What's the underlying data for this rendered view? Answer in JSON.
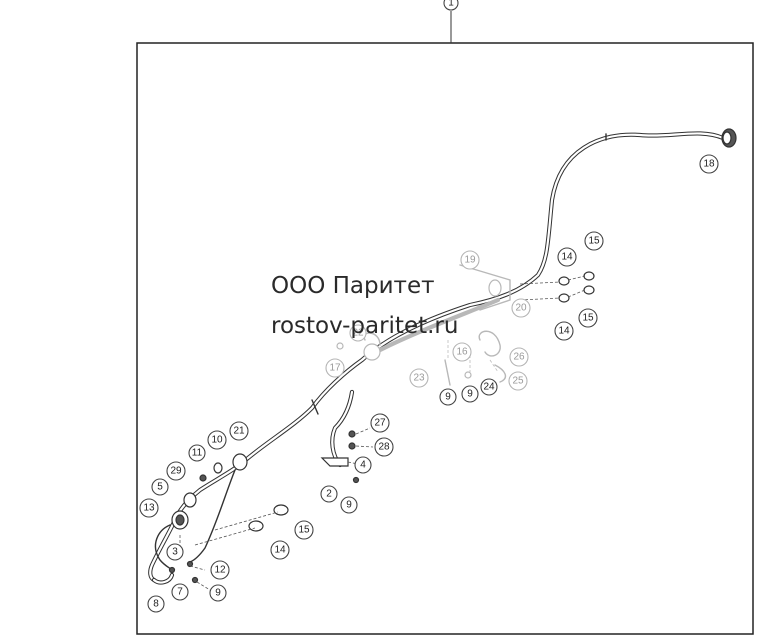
{
  "assembly_label": "1",
  "watermark": {
    "line1": "ООО Паритет",
    "line2": "rostov-paritet.ru"
  },
  "callouts": [
    {
      "id": "c18",
      "label": "18"
    },
    {
      "id": "c14a",
      "label": "14"
    },
    {
      "id": "c15a",
      "label": "15"
    },
    {
      "id": "c19",
      "label": "19"
    },
    {
      "id": "c20",
      "label": "20"
    },
    {
      "id": "c14b",
      "label": "14"
    },
    {
      "id": "c15b",
      "label": "15"
    },
    {
      "id": "c22",
      "label": "22"
    },
    {
      "id": "c17",
      "label": "17"
    },
    {
      "id": "c16",
      "label": "16"
    },
    {
      "id": "c26",
      "label": "26"
    },
    {
      "id": "c23",
      "label": "23"
    },
    {
      "id": "c9a",
      "label": "9"
    },
    {
      "id": "c9b",
      "label": "9"
    },
    {
      "id": "c24",
      "label": "24"
    },
    {
      "id": "c25",
      "label": "25"
    },
    {
      "id": "c27",
      "label": "27"
    },
    {
      "id": "c28",
      "label": "28"
    },
    {
      "id": "c4",
      "label": "4"
    },
    {
      "id": "c2",
      "label": "2"
    },
    {
      "id": "c9c",
      "label": "9"
    },
    {
      "id": "c10",
      "label": "10"
    },
    {
      "id": "c21",
      "label": "21"
    },
    {
      "id": "c11",
      "label": "11"
    },
    {
      "id": "c29",
      "label": "29"
    },
    {
      "id": "c5",
      "label": "5"
    },
    {
      "id": "c13",
      "label": "13"
    },
    {
      "id": "c15c",
      "label": "15"
    },
    {
      "id": "c14c",
      "label": "14"
    },
    {
      "id": "c3",
      "label": "3"
    },
    {
      "id": "c12",
      "label": "12"
    },
    {
      "id": "c8",
      "label": "8"
    },
    {
      "id": "c7",
      "label": "7"
    },
    {
      "id": "c9d",
      "label": "9"
    }
  ]
}
